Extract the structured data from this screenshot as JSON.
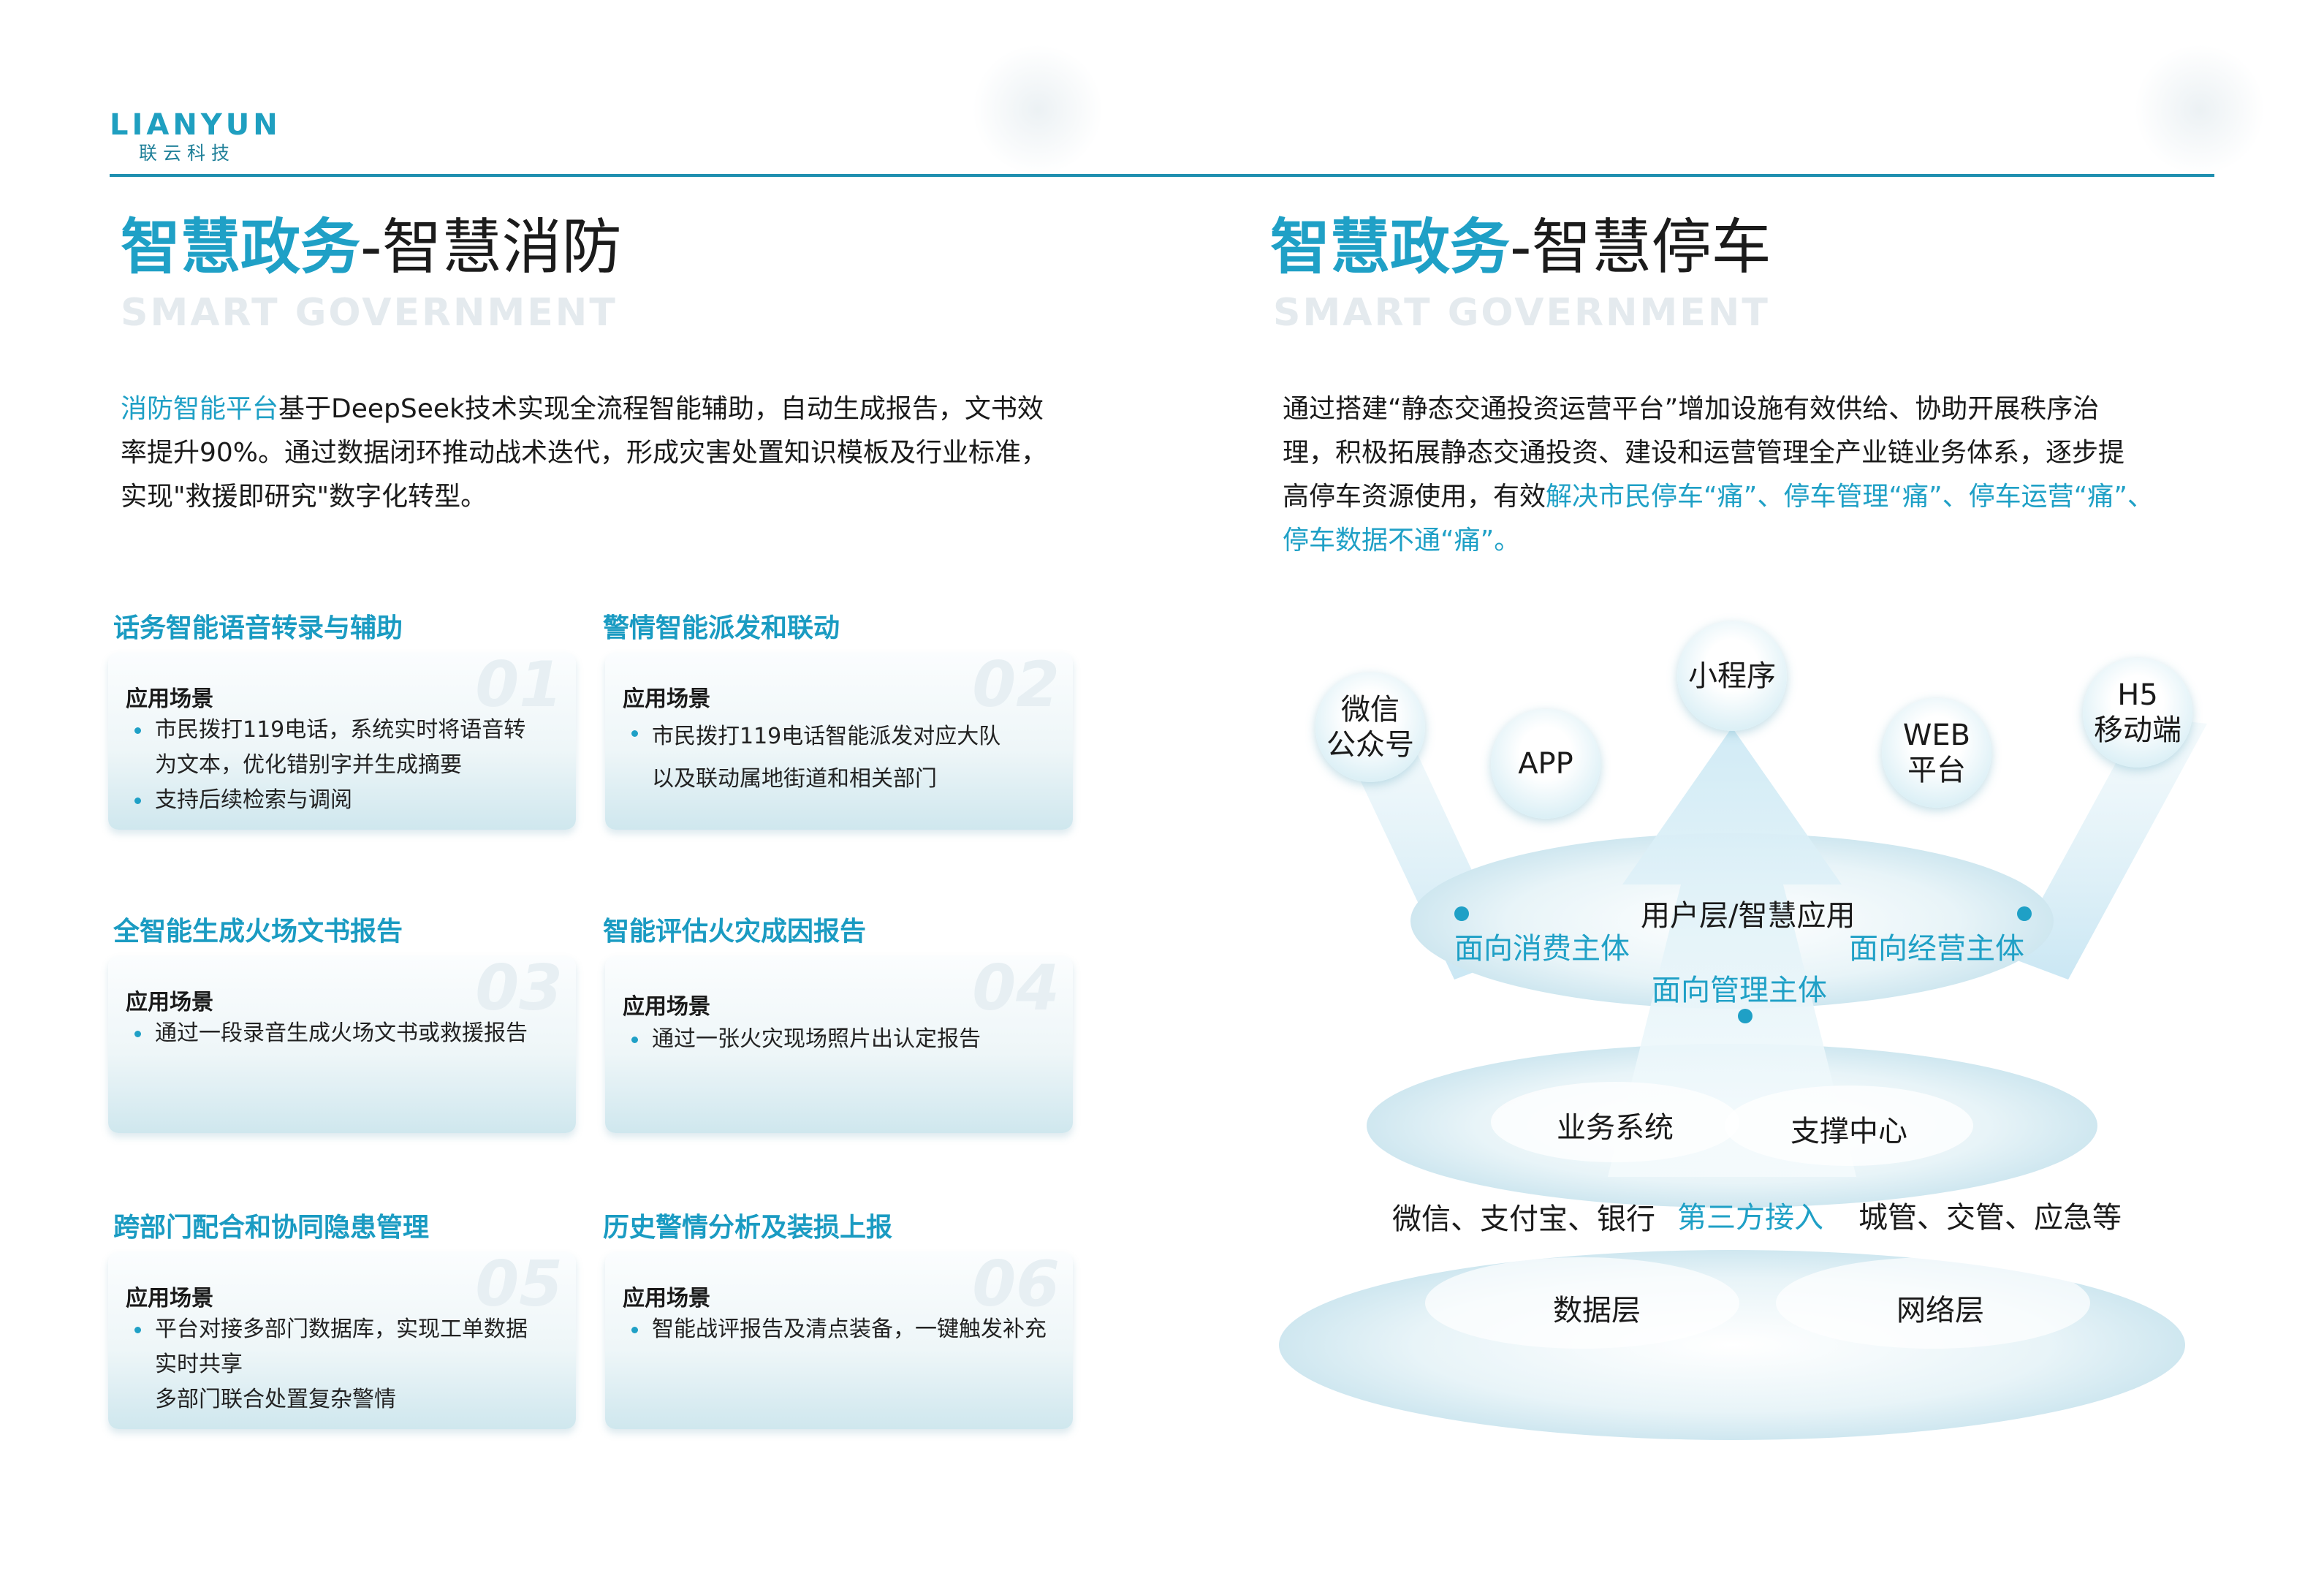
{
  "header": {
    "logo_text": "LIANYUN",
    "logo_sub": "联云科技",
    "accent": "#1fa0c6"
  },
  "left": {
    "title_highlight": "智慧政务",
    "title_rest": "-智慧消防",
    "subtitle": "SMART GOVERNMENT",
    "intro_highlight": "消防智能平台",
    "intro_line1": "基于DeepSeek技术实现全流程智能辅助，自动生成报告，文书效",
    "intro_line2": "率提升90%。通过数据闭环推动战术迭代，形成灾害处置知识模板及行业标准，",
    "intro_line3": "实现\"救援即研究\"数字化转型。",
    "cards": [
      {
        "title": "话务智能语音转录与辅助",
        "num": "01",
        "scene": "应用场景",
        "lines": [
          {
            "text": "市民拨打119电话，系统实时将语音转",
            "dot": true
          },
          {
            "text": "为文本，优化错别字并生成摘要",
            "dot": false
          },
          {
            "text": "支持后续检索与调阅",
            "dot": true
          }
        ]
      },
      {
        "title": "警情智能派发和联动",
        "num": "02",
        "scene": "应用场景",
        "lines": [
          {
            "text": "市民拨打119电话智能派发对应大队",
            "dot": true
          },
          {
            "text": "以及联动属地街道和相关部门",
            "dot": false
          }
        ]
      },
      {
        "title": "全智能生成火场文书报告",
        "num": "03",
        "scene": "应用场景",
        "lines": [
          {
            "text": "通过一段录音生成火场文书或救援报告",
            "dot": true
          }
        ]
      },
      {
        "title": "智能评估火灾成因报告",
        "num": "04",
        "scene": "应用场景",
        "lines": [
          {
            "text": "通过一张火灾现场照片出认定报告",
            "dot": true
          }
        ]
      },
      {
        "title": "跨部门配合和协同隐患管理",
        "num": "05",
        "scene": "应用场景",
        "lines": [
          {
            "text": "平台对接多部门数据库，实现工单数据",
            "dot": true
          },
          {
            "text": "实时共享",
            "dot": false
          },
          {
            "text": "多部门联合处置复杂警情",
            "dot": false
          }
        ]
      },
      {
        "title": "历史警情分析及装损上报",
        "num": "06",
        "scene": "应用场景",
        "lines": [
          {
            "text": "智能战评报告及清点装备，一键触发补充",
            "dot": true
          }
        ]
      }
    ]
  },
  "right": {
    "title_highlight": "智慧政务",
    "title_rest": "-智慧停车",
    "subtitle": "SMART GOVERNMENT",
    "intro_line1": "通过搭建“静态交通投资运营平台”增加设施有效供给、协助开展秩序治",
    "intro_line2": "理，积极拓展静态交通投资、建设和运营管理全产业链业务体系，逐步提",
    "intro_line3_plain": "高停车资源使用，有效",
    "intro_line3_hl": "解决市民停车“痛”、停车管理“痛”、停车运营“痛”、",
    "intro_line4_hl": "停车数据不通“痛”。",
    "diagram": {
      "bubble_wechat_1": "微信",
      "bubble_wechat_2": "公众号",
      "bubble_app": "APP",
      "bubble_miniprogram": "小程序",
      "bubble_web_1": "WEB",
      "bubble_web_2": "平台",
      "bubble_h5_1": "H5",
      "bubble_h5_2": "移动端",
      "layer_user": "用户层/智慧应用",
      "consumer": "面向消费主体",
      "operator": "面向经营主体",
      "manager": "面向管理主体",
      "business": "业务系统",
      "support": "支撑中心",
      "left_access": "微信、支付宝、银行",
      "third_party": "第三方接入",
      "right_access": "城管、交管、应急等",
      "data_layer": "数据层",
      "network_layer": "网络层"
    }
  }
}
